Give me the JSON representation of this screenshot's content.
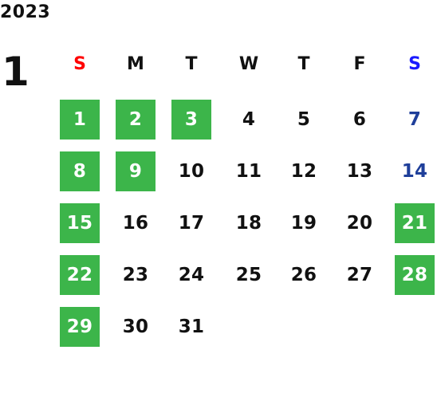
{
  "calendar": {
    "year": "2023",
    "month": "1",
    "colors": {
      "holiday_bg": "#3cb54a",
      "holiday_text": "#ffffff",
      "sunday_header": "#ff0000",
      "saturday_header": "#1a1aff",
      "saturday_date": "#1f3f9a",
      "default_text": "#111111"
    },
    "weekdays": [
      {
        "label": "S",
        "kind": "sunday"
      },
      {
        "label": "M",
        "kind": "weekday"
      },
      {
        "label": "T",
        "kind": "weekday"
      },
      {
        "label": "W",
        "kind": "weekday"
      },
      {
        "label": "T",
        "kind": "weekday"
      },
      {
        "label": "F",
        "kind": "weekday"
      },
      {
        "label": "S",
        "kind": "saturday"
      }
    ],
    "weeks": [
      [
        {
          "day": "1",
          "holiday": true
        },
        {
          "day": "2",
          "holiday": true
        },
        {
          "day": "3",
          "holiday": true
        },
        {
          "day": "4",
          "holiday": false
        },
        {
          "day": "5",
          "holiday": false
        },
        {
          "day": "6",
          "holiday": false
        },
        {
          "day": "7",
          "holiday": false
        }
      ],
      [
        {
          "day": "8",
          "holiday": true
        },
        {
          "day": "9",
          "holiday": true
        },
        {
          "day": "10",
          "holiday": false
        },
        {
          "day": "11",
          "holiday": false
        },
        {
          "day": "12",
          "holiday": false
        },
        {
          "day": "13",
          "holiday": false
        },
        {
          "day": "14",
          "holiday": false
        }
      ],
      [
        {
          "day": "15",
          "holiday": true
        },
        {
          "day": "16",
          "holiday": false
        },
        {
          "day": "17",
          "holiday": false
        },
        {
          "day": "18",
          "holiday": false
        },
        {
          "day": "19",
          "holiday": false
        },
        {
          "day": "20",
          "holiday": false
        },
        {
          "day": "21",
          "holiday": true
        }
      ],
      [
        {
          "day": "22",
          "holiday": true
        },
        {
          "day": "23",
          "holiday": false
        },
        {
          "day": "24",
          "holiday": false
        },
        {
          "day": "25",
          "holiday": false
        },
        {
          "day": "26",
          "holiday": false
        },
        {
          "day": "27",
          "holiday": false
        },
        {
          "day": "28",
          "holiday": true
        }
      ],
      [
        {
          "day": "29",
          "holiday": true
        },
        {
          "day": "30",
          "holiday": false
        },
        {
          "day": "31",
          "holiday": false
        }
      ]
    ]
  }
}
